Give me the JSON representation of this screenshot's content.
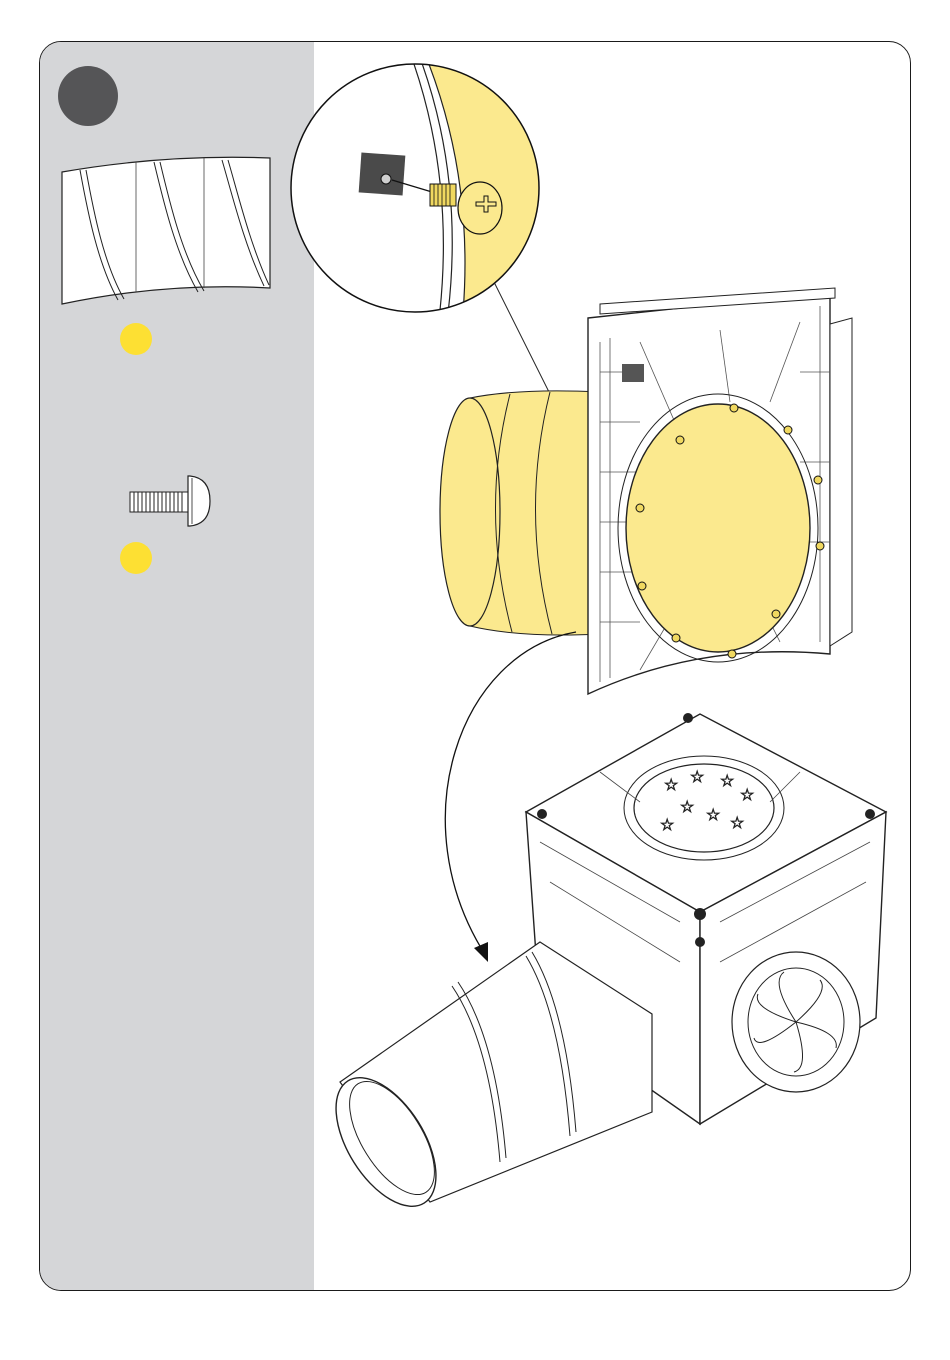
{
  "page": {
    "background": "#ffffff",
    "sidebar_color": "#d5d6d8",
    "accent_color": "#fde033",
    "step_badge_color": "#555557"
  },
  "sidebar": {
    "step_badge": {
      "icon": "step-number-circle"
    },
    "parts": [
      {
        "icon": "tube-section-icon",
        "quantity_marker": "yellow-dot"
      },
      {
        "icon": "phillips-screw-icon",
        "quantity_marker": "yellow-dot"
      }
    ]
  },
  "illustration": {
    "items": [
      "zoom-detail-screw-into-tube",
      "tube-flange-panel-assembly",
      "assembly-arrow",
      "play-cube-with-tube"
    ]
  }
}
